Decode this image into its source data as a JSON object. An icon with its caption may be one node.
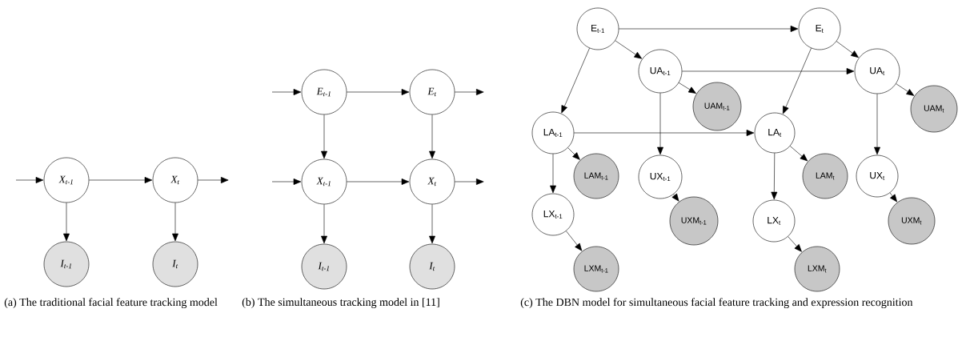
{
  "diagram": {
    "nodes": [
      {
        "text": [
          "X$_{t-1}$"
        ]
      },
      {
        "text": [
          "X$_{t}$"
        ]
      },
      {
        "text": [
          "I$_{t-1}$"
        ]
      },
      {
        "text": [
          "I$_{t}$"
        ]
      },
      {
        "text": [
          "E$_{t-1}$"
        ]
      },
      {
        "text": [
          "E$_{t}$"
        ]
      },
      {
        "text": [
          "X$_{t-1}$"
        ]
      },
      {
        "text": [
          "X$_{t}$"
        ]
      },
      {
        "text": [
          "I$_{t-1}$"
        ]
      },
      {
        "text": [
          "I$_{t}$"
        ]
      },
      {
        "text": [
          "E$_{t-1}$"
        ]
      },
      {
        "text": [
          "E$_{t}$"
        ]
      },
      {
        "text": [
          "UA$_{t-1}$"
        ]
      },
      {
        "text": [
          "UA$_{t}$"
        ]
      },
      {
        "text": [
          "UAM$_{t-1}$"
        ]
      },
      {
        "text": [
          "UAM$_{t}$"
        ]
      },
      {
        "text": [
          "LA$_{t-1}$"
        ]
      },
      {
        "text": [
          "LA$_{t}$"
        ]
      },
      {
        "text": [
          "LAM$_{t-1}$"
        ]
      },
      {
        "text": [
          "LAM$_{t}$"
        ]
      },
      {
        "text": [
          "UX$_{t-1}$"
        ]
      },
      {
        "text": [
          "UX$_{t}$"
        ]
      },
      {
        "text": [
          "LX$_{t-1}$"
        ]
      },
      {
        "text": [
          "LX$_{t}$"
        ]
      },
      {
        "text": [
          "UXM$_{t-1}$"
        ]
      },
      {
        "text": [
          "UXM$_{t}$"
        ]
      },
      {
        "text": [
          "LXM$_{t-1}$"
        ]
      },
      {
        "text": [
          "LXM$_{t}$"
        ]
      }
    ],
    "edges": [
      {
        "from": null,
        "to": 0,
        "arrow": "to"
      },
      {
        "from": 0,
        "to": 1,
        "arrow": "to"
      },
      {
        "from": 1,
        "to": null,
        "arrow": "to"
      },
      {
        "from": 0,
        "to": 2,
        "arrow": "to"
      },
      {
        "from": 1,
        "to": 3,
        "arrow": "to"
      },
      {
        "from": null,
        "to": 4,
        "arrow": "to"
      },
      {
        "from": 4,
        "to": 5,
        "arrow": "to"
      },
      {
        "from": 5,
        "to": null,
        "arrow": "to"
      },
      {
        "from": null,
        "to": 6,
        "arrow": "to"
      },
      {
        "from": 6,
        "to": 7,
        "arrow": "to"
      },
      {
        "from": 7,
        "to": null,
        "arrow": "to"
      },
      {
        "from": 4,
        "to": 6,
        "arrow": "to"
      },
      {
        "from": 5,
        "to": 7,
        "arrow": "to"
      },
      {
        "from": 6,
        "to": 8,
        "arrow": "to"
      },
      {
        "from": 7,
        "to": 9,
        "arrow": "to"
      },
      {
        "from": 10,
        "to": 11,
        "arrow": "to"
      },
      {
        "from": 10,
        "to": 12,
        "arrow": "to"
      },
      {
        "from": 10,
        "to": 16,
        "arrow": "to"
      },
      {
        "from": 11,
        "to": 13,
        "arrow": "to"
      },
      {
        "from": 11,
        "to": 17,
        "arrow": "to"
      },
      {
        "from": 12,
        "to": 13,
        "arrow": "to"
      },
      {
        "from": 12,
        "to": 14,
        "arrow": "to"
      },
      {
        "from": 12,
        "to": 20,
        "arrow": "to"
      },
      {
        "from": 13,
        "to": 15,
        "arrow": "to"
      },
      {
        "from": 13,
        "to": 21,
        "arrow": "to"
      },
      {
        "from": 16,
        "to": 17,
        "arrow": "to"
      },
      {
        "from": 16,
        "to": 18,
        "arrow": "to"
      },
      {
        "from": 16,
        "to": 22,
        "arrow": "to"
      },
      {
        "from": 17,
        "to": 19,
        "arrow": "to"
      },
      {
        "from": 17,
        "to": 23,
        "arrow": "to"
      },
      {
        "from": 20,
        "to": 24,
        "arrow": "to"
      },
      {
        "from": 21,
        "to": 25,
        "arrow": "to"
      },
      {
        "from": 22,
        "to": 26,
        "arrow": "to"
      },
      {
        "from": 23,
        "to": 27,
        "arrow": "to"
      }
    ],
    "labels": [
      "(a) The traditional facial feature tracking model",
      "(b) The simultaneous tracking model in [11]",
      "(c) The DBN model for simultaneous facial feature tracking and expression recognition"
    ]
  }
}
